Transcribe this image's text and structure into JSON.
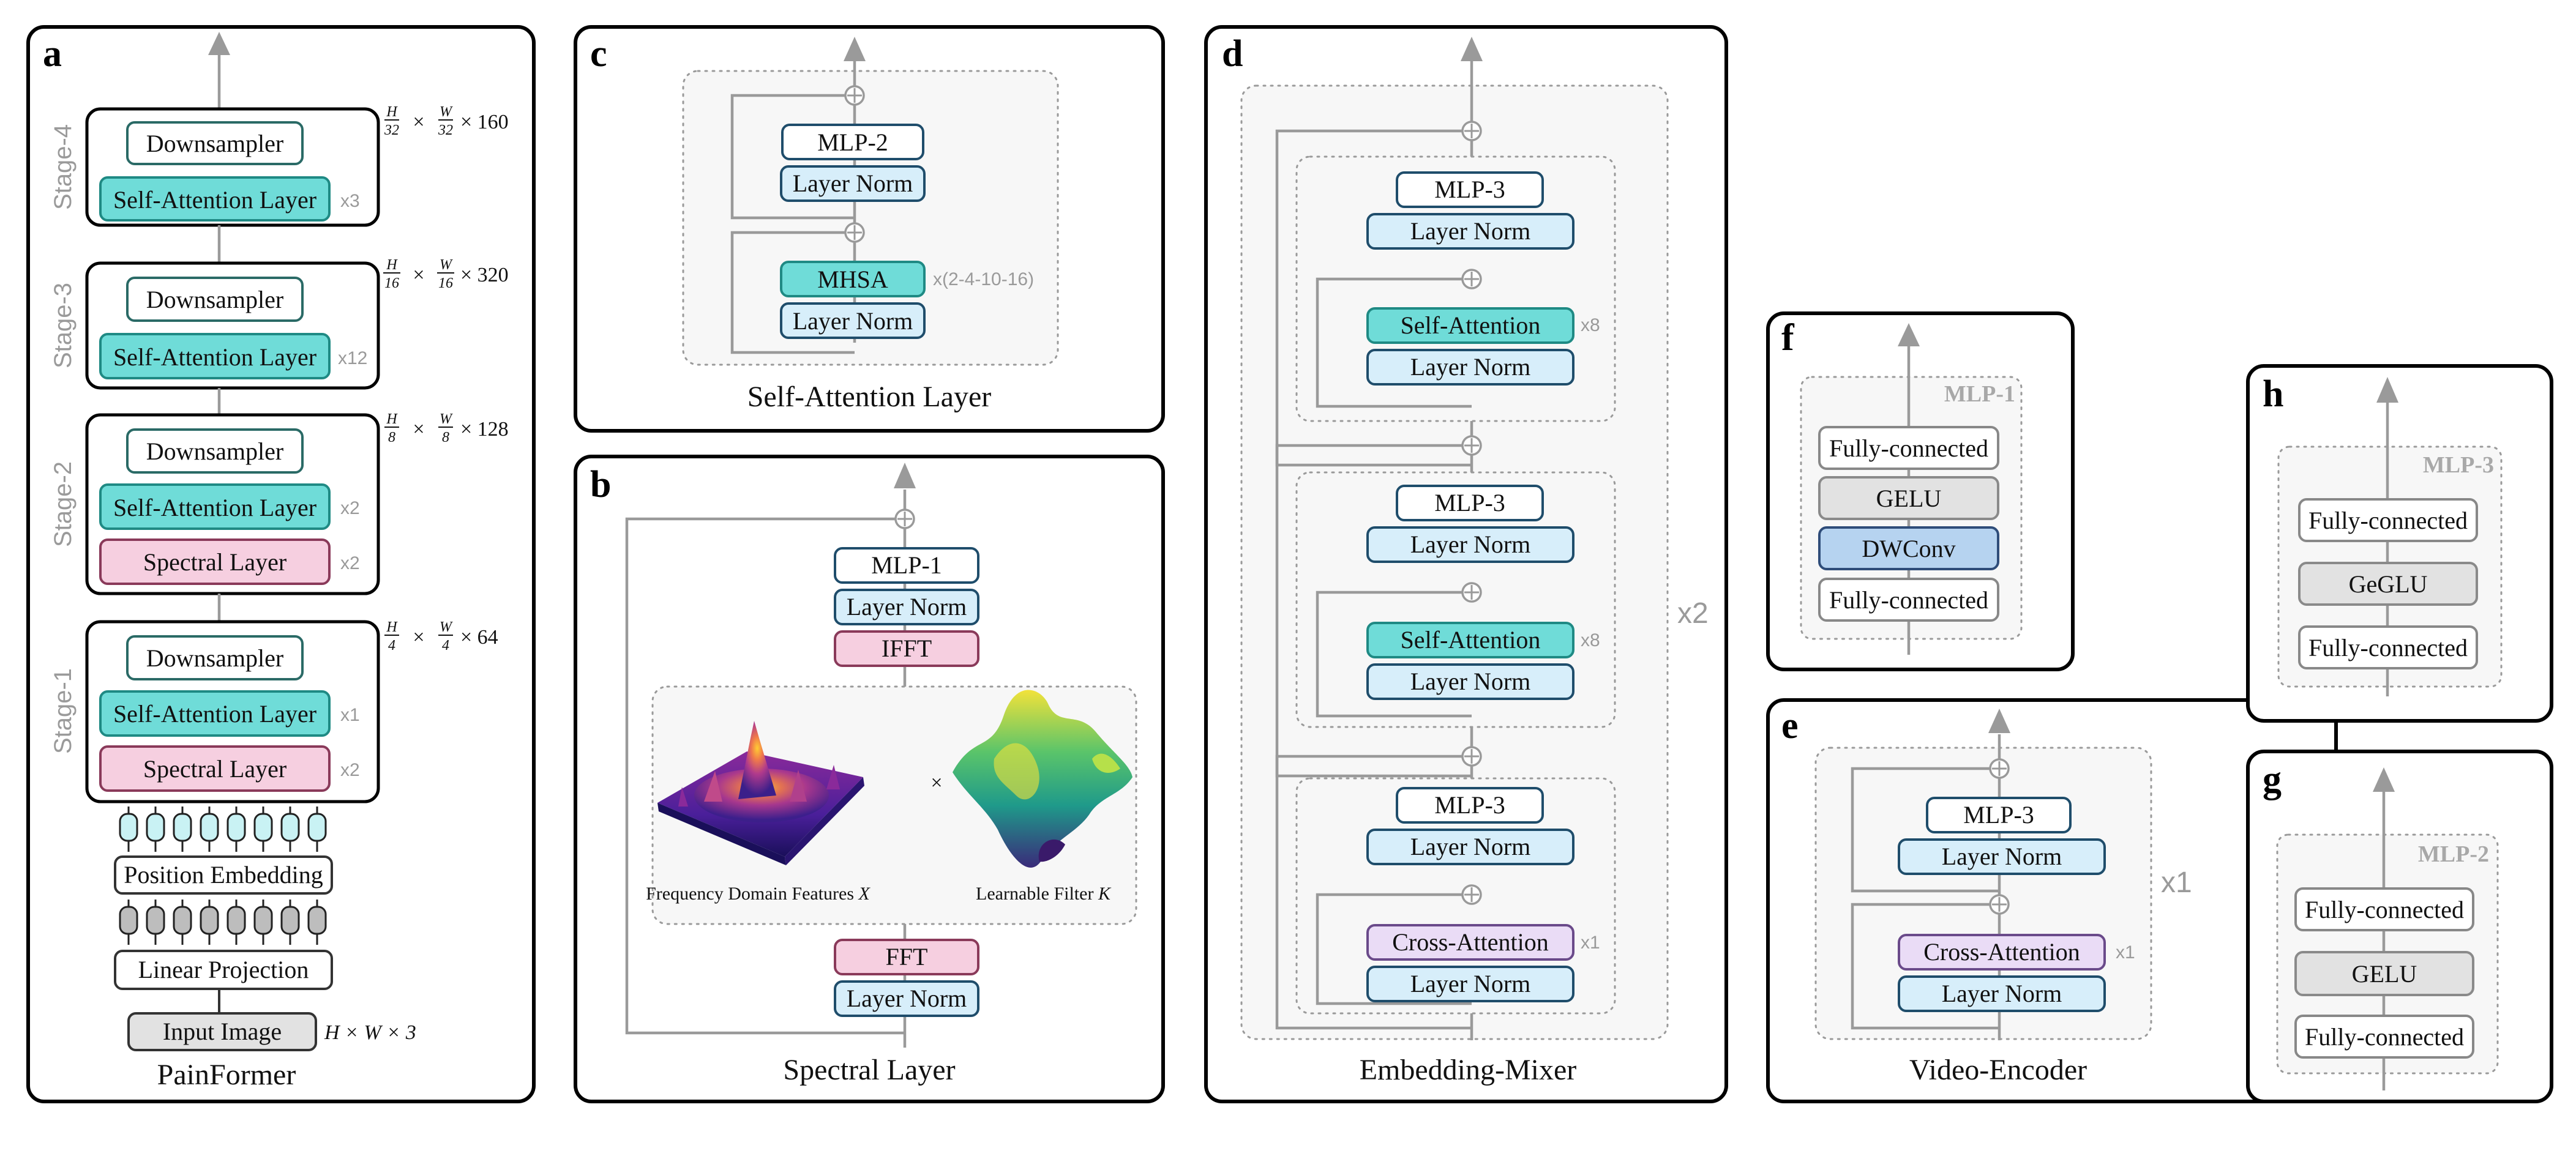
{
  "colors": {
    "attention": "#6fdcd8",
    "attention_border": "#1f8a84",
    "spectral": "#f6cfe0",
    "spectral_border": "#8a3a5a",
    "norm": "#d7eefa",
    "norm_border": "#1f4d6b",
    "cross": "#eadcf6",
    "cross_border": "#6a4a8a",
    "gelu": "#e2e2e2",
    "gelu_border": "#8a8a8a",
    "dwconv": "#b6d3f0",
    "dwconv_border": "#2f4d7a",
    "white_border": "#2a6a66",
    "gray_border": "#888888",
    "arrow": "#9a9a9a"
  },
  "panel_a": {
    "letter": "a",
    "caption": "PainFormer",
    "stages": [
      {
        "label": "Stage-4",
        "downsampler": "Downsampler",
        "attention": "Self-Attention Layer",
        "attention_rep": "x3",
        "dim_h": "H",
        "dim_hden": "32",
        "dim_w": "W",
        "dim_wden": "32",
        "dim_rest": "× 160"
      },
      {
        "label": "Stage-3",
        "downsampler": "Downsampler",
        "attention": "Self-Attention Layer",
        "attention_rep": "x12",
        "dim_h": "H",
        "dim_hden": "16",
        "dim_w": "W",
        "dim_wden": "16",
        "dim_rest": "× 320"
      },
      {
        "label": "Stage-2",
        "downsampler": "Downsampler",
        "attention": "Self-Attention Layer",
        "attention_rep": "x2",
        "spectral": "Spectral Layer",
        "spectral_rep": "x2",
        "dim_h": "H",
        "dim_hden": "8",
        "dim_w": "W",
        "dim_wden": "8",
        "dim_rest": "× 128"
      },
      {
        "label": "Stage-1",
        "downsampler": "Downsampler",
        "attention": "Self-Attention Layer",
        "attention_rep": "x1",
        "spectral": "Spectral Layer",
        "spectral_rep": "x2",
        "dim_h": "H",
        "dim_hden": "4",
        "dim_w": "W",
        "dim_wden": "4",
        "dim_rest": "× 64"
      }
    ],
    "position_embedding": "Position Embedding",
    "linear_projection": "Linear Projection",
    "input_image": "Input Image",
    "input_dims": "H × W × 3"
  },
  "panel_c": {
    "letter": "c",
    "caption": "Self-Attention Layer",
    "mlp": "MLP-2",
    "norm1": "Layer Norm",
    "attn": "MHSA",
    "attn_rep": "x(2-4-10-16)",
    "norm2": "Layer Norm"
  },
  "panel_b": {
    "letter": "b",
    "caption": "Spectral Layer",
    "mlp": "MLP-1",
    "norm_top": "Layer Norm",
    "ifft": "IFFT",
    "fft": "FFT",
    "norm_bottom": "Layer Norm",
    "freq_label": "Frequency Domain Features ",
    "freq_var": "X",
    "filter_label": "Learnable Filter ",
    "filter_var": "K",
    "times": "×"
  },
  "panel_d": {
    "letter": "d",
    "caption": "Embedding-Mixer",
    "outer_rep": "x2",
    "groups": [
      {
        "mlp": "MLP-3",
        "norm1": "Layer Norm",
        "attn": "Self-Attention",
        "attn_rep": "x8",
        "norm2": "Layer Norm"
      },
      {
        "mlp": "MLP-3",
        "norm1": "Layer Norm",
        "attn": "Self-Attention",
        "attn_rep": "x8",
        "norm2": "Layer Norm"
      },
      {
        "mlp": "MLP-3",
        "norm1": "Layer Norm",
        "attn": "Cross-Attention",
        "attn_rep": "x1",
        "norm2": "Layer Norm"
      }
    ]
  },
  "panel_f": {
    "letter": "f",
    "title": "MLP-1",
    "items": [
      "Fully-connected",
      "GELU",
      "DWConv",
      "Fully-connected"
    ]
  },
  "panel_e": {
    "letter": "e",
    "caption": "Video-Encoder",
    "outer_rep": "x1",
    "mlp": "MLP-3",
    "norm1": "Layer Norm",
    "attn": "Cross-Attention",
    "attn_rep": "x1",
    "norm2": "Layer Norm"
  },
  "panel_h": {
    "letter": "h",
    "title": "MLP-3",
    "items": [
      "Fully-connected",
      "GeGLU",
      "Fully-connected"
    ]
  },
  "panel_g": {
    "letter": "g",
    "title": "MLP-2",
    "items": [
      "Fully-connected",
      "GELU",
      "Fully-connected"
    ]
  }
}
